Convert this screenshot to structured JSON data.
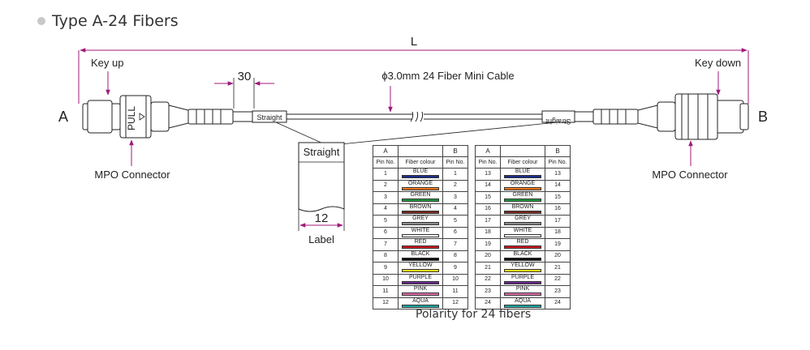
{
  "heading": "Type A-24 Fibers",
  "diagram": {
    "length_label": "L",
    "end_a": "A",
    "end_b": "B",
    "key_up": "Key up",
    "key_down": "Key down",
    "pull_label": "PULL",
    "dim_30": "30",
    "cable_label": "ϕ3.0mm 24 Fiber Mini Cable",
    "sleeve_left": "Straight",
    "sleeve_right": "Straight",
    "mpo_left": "MPO Connector",
    "mpo_right": "MPO Connector",
    "label_tag_text": "Straight",
    "dim_12": "12",
    "label_caption": "Label"
  },
  "polarity": {
    "caption": "Polarity for 24 fibers",
    "header_a": "A",
    "header_b": "B",
    "col_pin": "Pin No.",
    "col_fiber": "Fiber colour",
    "rows": [
      {
        "a": "1",
        "color": "BLUE",
        "hex": "#1a2d8c",
        "b": "1",
        "a2": "13",
        "b2": "13"
      },
      {
        "a": "2",
        "color": "ORANGE",
        "hex": "#f07a1e",
        "b": "2",
        "a2": "14",
        "b2": "14"
      },
      {
        "a": "3",
        "color": "GREEN",
        "hex": "#1e9a3c",
        "b": "3",
        "a2": "15",
        "b2": "15"
      },
      {
        "a": "4",
        "color": "BROWN",
        "hex": "#7a2a22",
        "b": "4",
        "a2": "16",
        "b2": "16"
      },
      {
        "a": "5",
        "color": "GREY",
        "hex": "#8a8a8a",
        "b": "5",
        "a2": "17",
        "b2": "17"
      },
      {
        "a": "6",
        "color": "WHITE",
        "hex": "#ffffff",
        "b": "6",
        "a2": "18",
        "b2": "18"
      },
      {
        "a": "7",
        "color": "RED",
        "hex": "#d0161e",
        "b": "7",
        "a2": "19",
        "b2": "19"
      },
      {
        "a": "8",
        "color": "BLACK",
        "hex": "#111111",
        "b": "8",
        "a2": "20",
        "b2": "20"
      },
      {
        "a": "9",
        "color": "YELLOW",
        "hex": "#f4e31a",
        "b": "9",
        "a2": "21",
        "b2": "21"
      },
      {
        "a": "10",
        "color": "PURPLE",
        "hex": "#6a2a8c",
        "b": "10",
        "a2": "22",
        "b2": "22"
      },
      {
        "a": "11",
        "color": "PINK",
        "hex": "#e06aa8",
        "b": "11",
        "a2": "23",
        "b2": "23"
      },
      {
        "a": "12",
        "color": "AQUA",
        "hex": "#1aa8a0",
        "b": "12",
        "a2": "24",
        "b2": "24"
      }
    ]
  }
}
